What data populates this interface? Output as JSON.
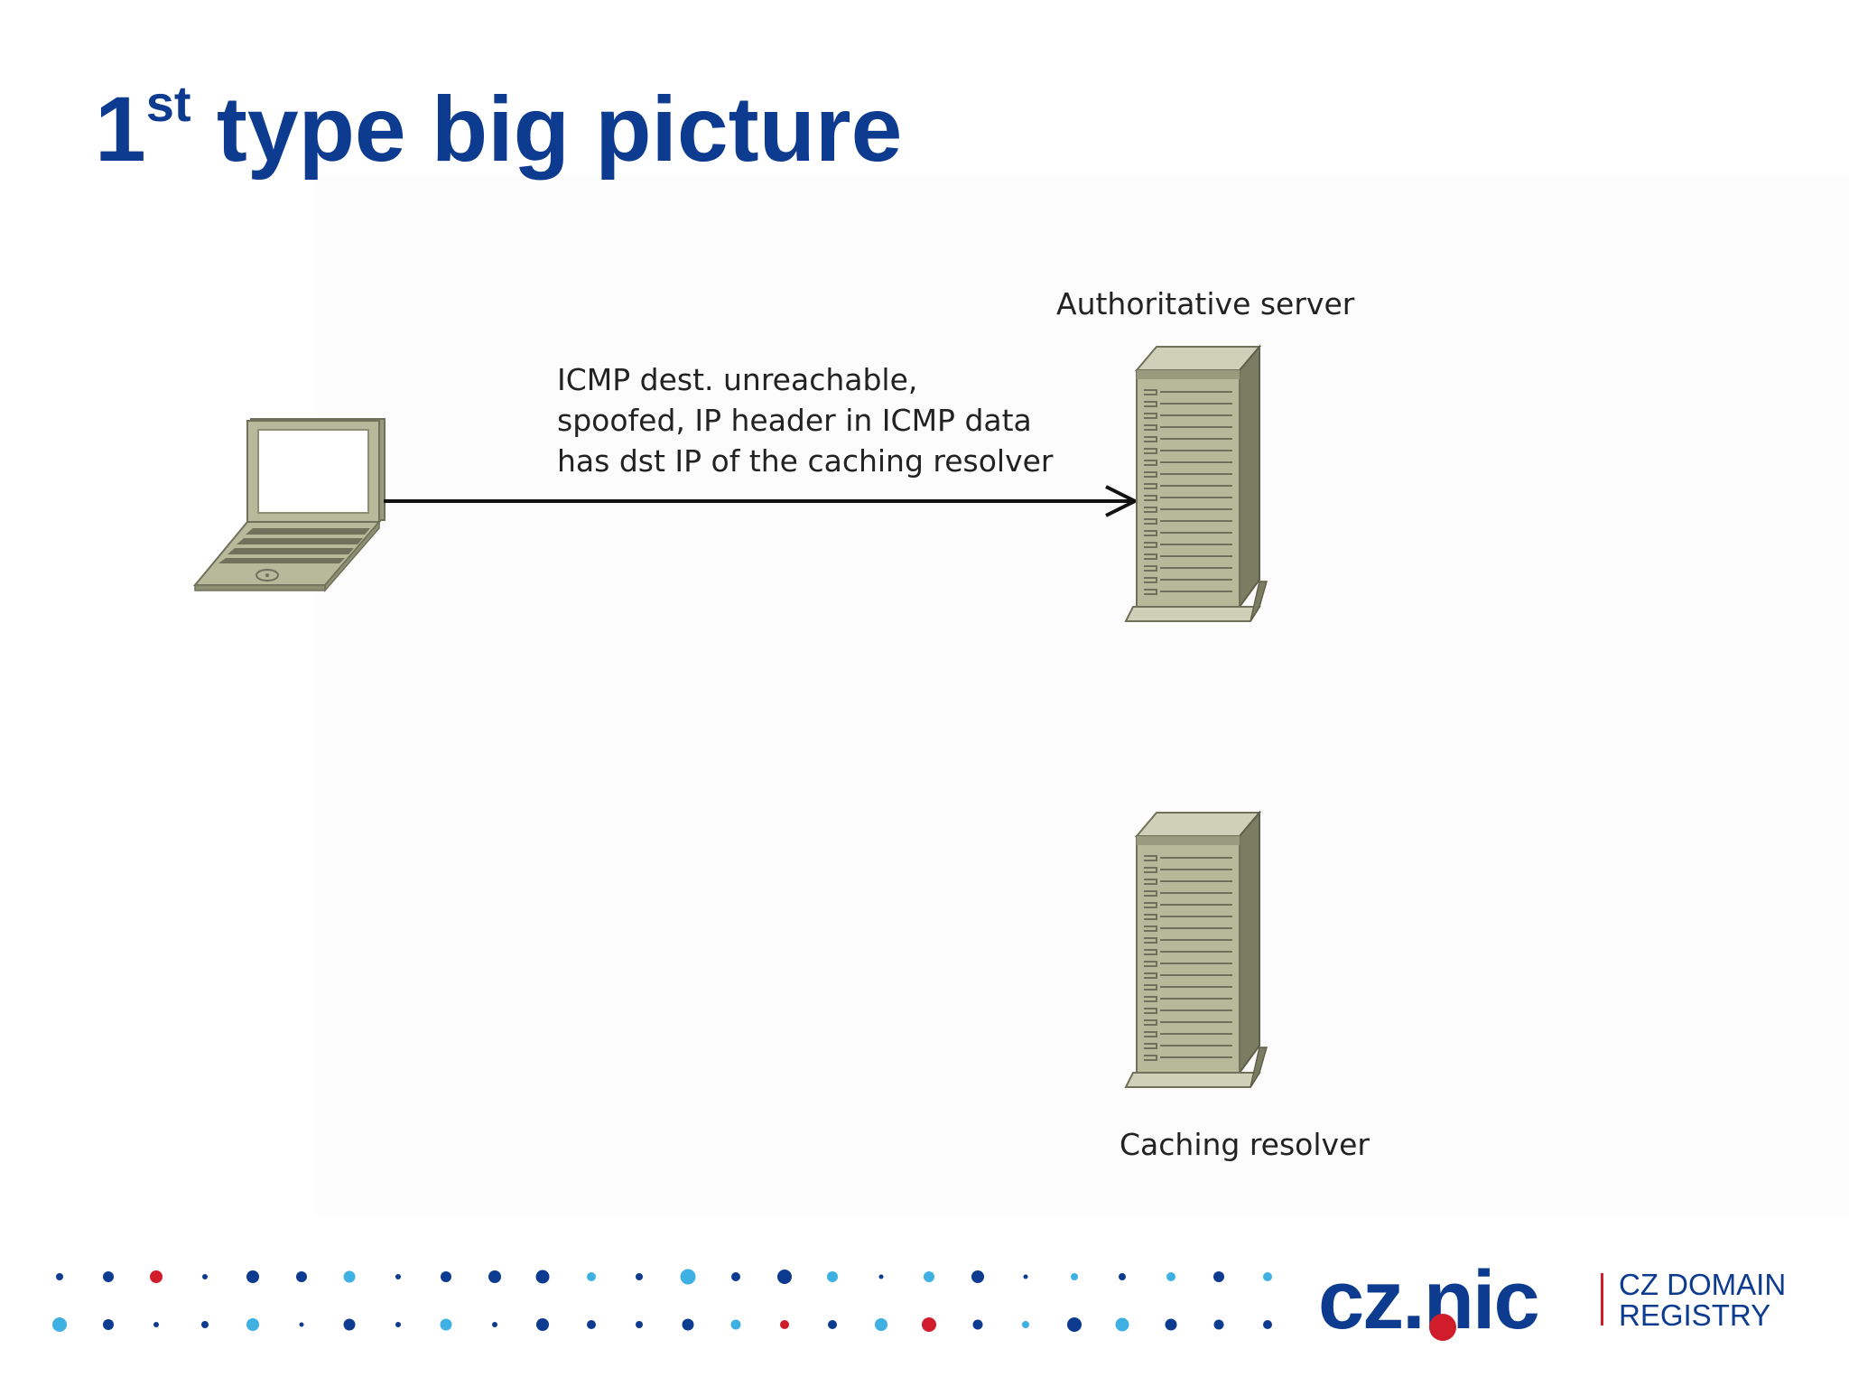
{
  "slide": {
    "title": {
      "number": "1",
      "superscript": "st",
      "text": " type big picture"
    }
  },
  "diagram": {
    "nodes": {
      "attacker": {
        "icon": "laptop-icon"
      },
      "authoritative_server": {
        "icon": "server-icon",
        "label": "Authoritative server"
      },
      "caching_resolver": {
        "icon": "server-icon",
        "label": "Caching resolver"
      }
    },
    "edge": {
      "from": "attacker",
      "to": "authoritative_server",
      "label_lines": [
        "ICMP dest. unreachable,",
        "spoofed, IP header in ICMP data",
        "has dst IP of the caching resolver"
      ]
    }
  },
  "footer": {
    "logo": {
      "mark": "cz.nic",
      "text_line1": "CZ DOMAIN",
      "text_line2": "REGISTRY"
    }
  },
  "colors": {
    "title": "#0d3b8f",
    "accent_red": "#d01c2b",
    "dot_dark_blue": "#0d3b8f",
    "dot_light_blue": "#3eb1e2",
    "device_fill": "#b8b89a",
    "device_dark": "#7b7d62"
  }
}
